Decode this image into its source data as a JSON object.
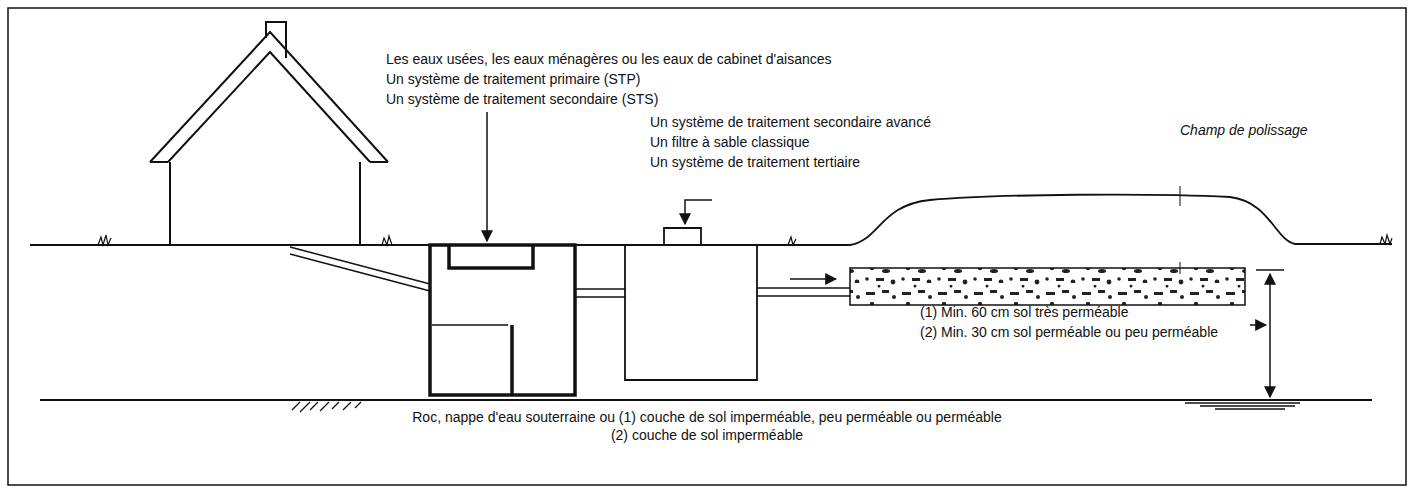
{
  "diagram": {
    "labels": [
      "Les eaux usées, les eaux ménagères ou les eaux de cabinet d'aisances",
      "Un système de traitement primaire (STP)",
      "Un système de traitement secondaire (STS)",
      "Un système de traitement secondaire avancé",
      "Un filtre à sable classique",
      "Un système de traitement tertiaire",
      "Champ de polissage",
      "(1) Min. 60 cm sol très perméable",
      "(2) Min. 30 cm sol perméable ou peu perméable",
      "Roc, nappe d'eau souterraine ou (1) couche de sol imperméable, peu perméable ou perméable",
      "(2) couche de sol imperméable"
    ]
  }
}
